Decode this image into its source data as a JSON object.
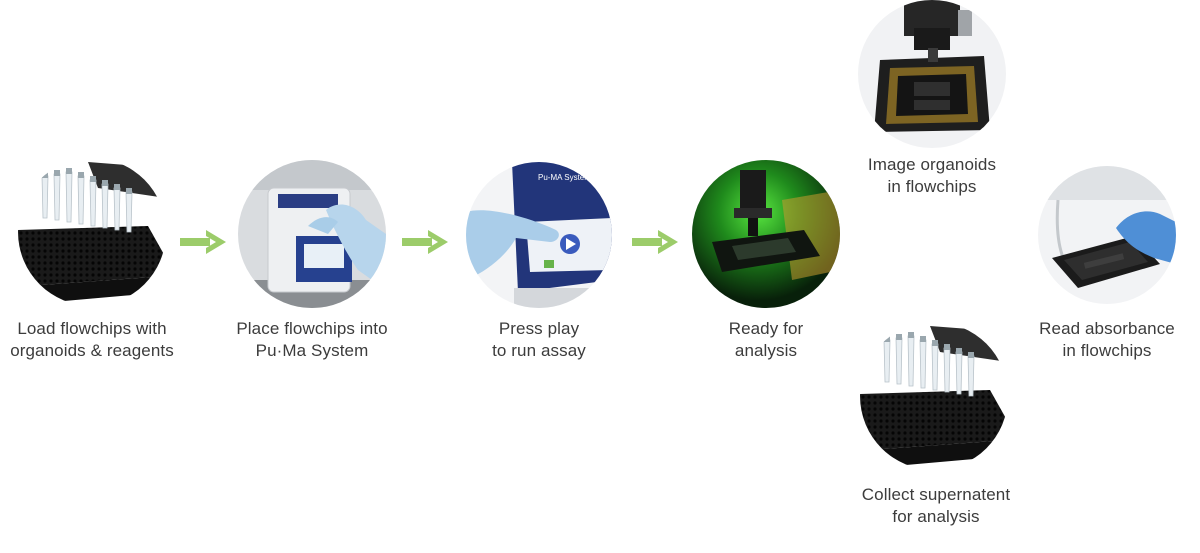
{
  "colors": {
    "arrow": "#9ccc6a",
    "glove": "#a9cde8",
    "instrument_blue": "#26418f",
    "plate": "#1c1c1c",
    "fluorescence": "#3fbf2e",
    "text": "#3c3c3c"
  },
  "icons": {
    "arrow": "right-arrow-icon",
    "play": "play-icon"
  },
  "steps": [
    {
      "id": "load",
      "caption": [
        "Load flowchips with",
        "organoids & reagents"
      ]
    },
    {
      "id": "place",
      "caption": [
        "Place flowchips into",
        "Pu·Ma System"
      ]
    },
    {
      "id": "press",
      "caption": [
        "Press play",
        "to run assay"
      ],
      "screen_label": "Pu-MA System"
    },
    {
      "id": "ready",
      "caption": [
        "Ready for",
        "analysis"
      ]
    },
    {
      "id": "image",
      "caption": [
        "Image organoids",
        "in flowchips"
      ]
    },
    {
      "id": "read",
      "caption": [
        "Read absorbance",
        "in flowchips"
      ]
    },
    {
      "id": "collect",
      "caption": [
        "Collect supernatent",
        "for analysis"
      ]
    }
  ]
}
